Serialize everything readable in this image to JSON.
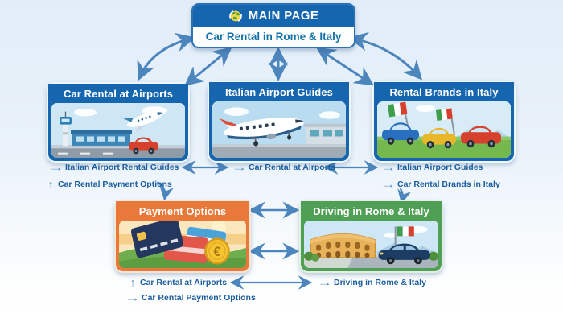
{
  "colors": {
    "header_blue": "#1565af",
    "subtitle_blue": "#1273a8",
    "link_blue": "#1b5d9e",
    "arrow_blue": "#4d86bd",
    "payment_orange": "#e8793a",
    "driving_green": "#4f9f55",
    "background": "#e9f2fa"
  },
  "main_page": {
    "title": "MAIN PAGE",
    "subtitle": "Car Rental in Rome & Italy"
  },
  "nodes": {
    "airports": {
      "title": "Car Rental at Airports",
      "illustration": "airport-scene"
    },
    "airport_guides": {
      "title": "Italian Airport Guides",
      "illustration": "airplane-scene"
    },
    "brands": {
      "title": "Rental Brands in Italy",
      "illustration": "cars-with-italian-flags-scene"
    },
    "payment": {
      "title": "Payment Options",
      "illustration": "credit-cards-euro-coin-scene"
    },
    "driving": {
      "title": "Driving in Rome & Italy",
      "illustration": "colosseum-car-flag-scene"
    }
  },
  "links": {
    "left": [
      {
        "arrow": "→",
        "label": "Italian Airport Rental Guides"
      },
      {
        "arrow": "↑",
        "label": "Car Rental Payment Options"
      }
    ],
    "center": [
      {
        "arrow": "→",
        "label": "Car Rental at Airports"
      }
    ],
    "right": [
      {
        "arrow": "→",
        "label": "Italian Airport Guides"
      },
      {
        "arrow": "→",
        "label": "Car Rental Brands in Italy"
      }
    ],
    "bottom_left": [
      {
        "arrow": "↑",
        "label": "Car Rental at Airports"
      },
      {
        "arrow": "→",
        "label": "Car Rental Payment Options"
      }
    ],
    "bottom_right": [
      {
        "arrow": "→",
        "label": "Driving in Rome & Italy"
      }
    ]
  },
  "illustrations": {
    "euro_symbol": "€"
  }
}
